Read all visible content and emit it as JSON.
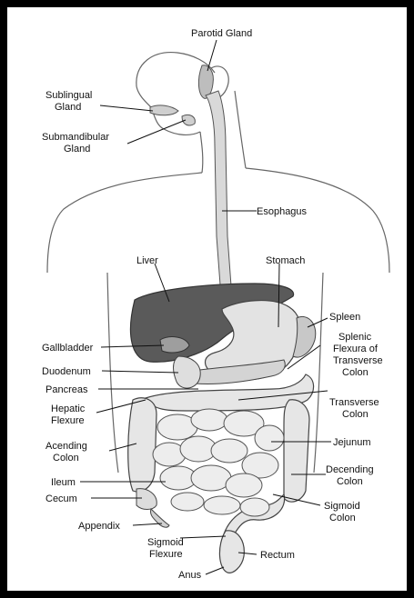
{
  "labels": {
    "parotid_gland": "Parotid Gland",
    "sublingual_gland_1": "Sublingual",
    "sublingual_gland_2": "Gland",
    "submandibular_gland_1": "Submandibular",
    "submandibular_gland_2": "Gland",
    "esophagus": "Esophagus",
    "liver": "Liver",
    "stomach": "Stomach",
    "spleen": "Spleen",
    "splenic_flexura_1": "Splenic",
    "splenic_flexura_2": "Flexura of",
    "splenic_flexura_3": "Transverse",
    "splenic_flexura_4": "Colon",
    "gallbladder": "Gallbladder",
    "duodenum": "Duodenum",
    "pancreas": "Pancreas",
    "hepatic_flexure_1": "Hepatic",
    "hepatic_flexure_2": "Flexure",
    "transverse_colon_1": "Transverse",
    "transverse_colon_2": "Colon",
    "acending_colon_1": "Acending",
    "acending_colon_2": "Colon",
    "jejunum": "Jejunum",
    "ileum": "Ileum",
    "decending_colon_1": "Decending",
    "decending_colon_2": "Colon",
    "cecum": "Cecum",
    "sigmoid_colon_1": "Sigmoid",
    "sigmoid_colon_2": "Colon",
    "appendix": "Appendix",
    "sigmoid_flexure_1": "Sigmoid",
    "sigmoid_flexure_2": "Flexure",
    "rectum": "Rectum",
    "anus": "Anus"
  },
  "colors": {
    "border": "#000000",
    "liver": "#5a5a5a",
    "organ": "#e2e2e2",
    "outline": "#444444"
  }
}
